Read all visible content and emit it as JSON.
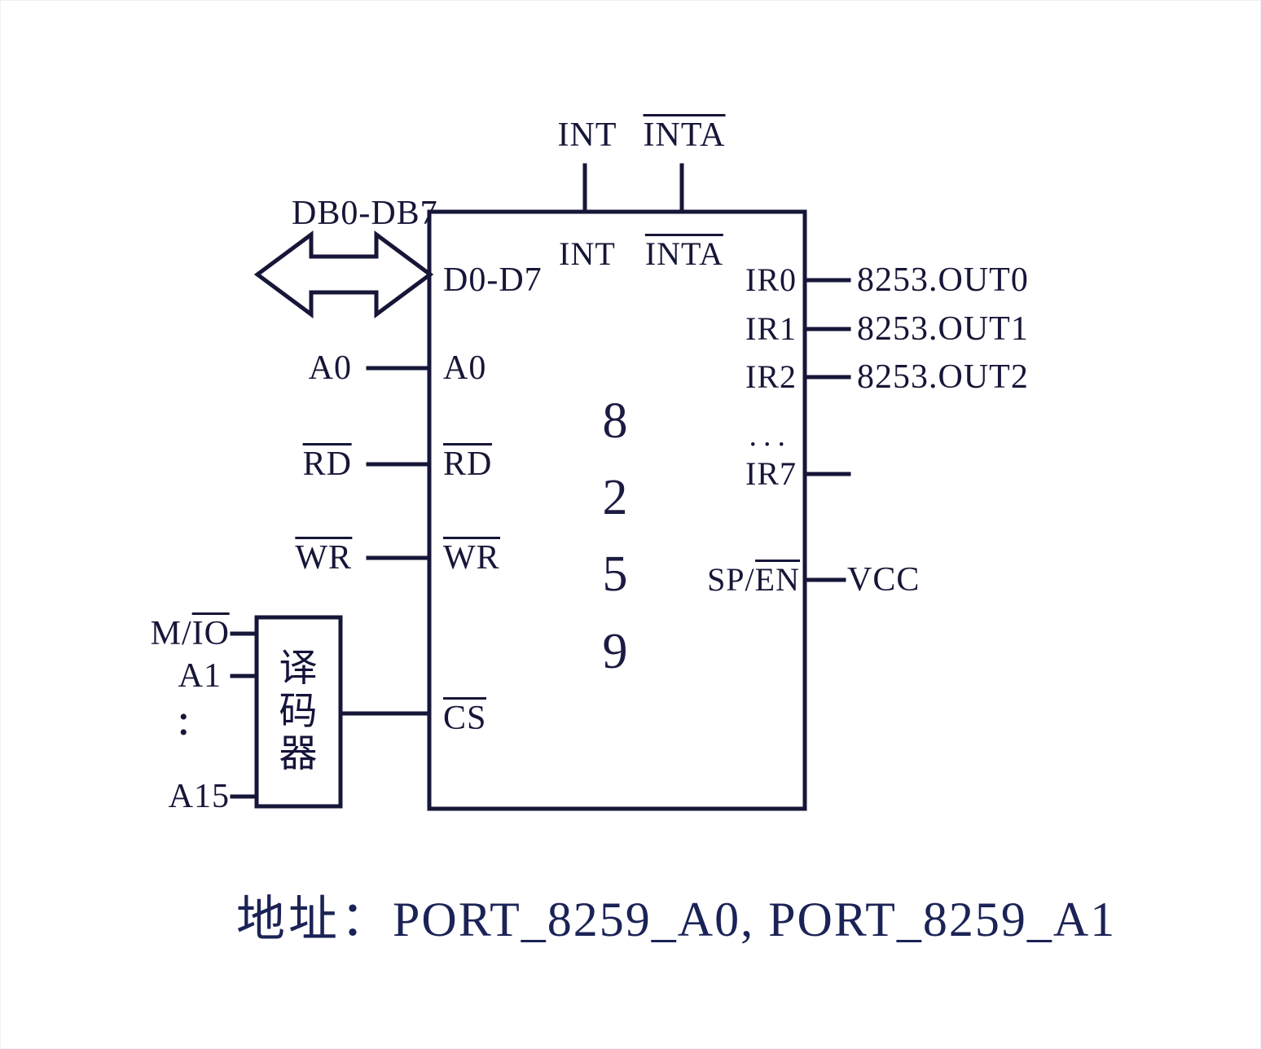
{
  "diagram": {
    "title": "8259 interrupt controller connection diagram",
    "chip": {
      "name_chars": [
        "8",
        "2",
        "5",
        "9"
      ],
      "left_pins": [
        {
          "label": "D0-D7",
          "overline": ""
        },
        {
          "label": "A0",
          "overline": ""
        },
        {
          "label": "RD",
          "overline": "RD"
        },
        {
          "label": "WR",
          "overline": "WR"
        },
        {
          "label": "CS",
          "overline": "CS"
        }
      ],
      "top_pins": [
        {
          "label": "INT",
          "overline": ""
        },
        {
          "label": "INTA",
          "overline": "INTA"
        }
      ],
      "right_pins": [
        {
          "label": "IR0"
        },
        {
          "label": "IR1"
        },
        {
          "label": "IR2"
        },
        {
          "label": "IR7"
        }
      ],
      "right_dots": "...",
      "control_pin": {
        "prefix": "SP/",
        "overline": "EN"
      }
    },
    "external_top": [
      {
        "label": "INT",
        "overline": ""
      },
      {
        "label": "INTA",
        "overline": "INTA"
      }
    ],
    "external_left": [
      {
        "label": "DB0-DB7",
        "overline": ""
      },
      {
        "label": "A0",
        "overline": ""
      },
      {
        "label": "RD",
        "overline": "RD"
      },
      {
        "label": "WR",
        "overline": "WR"
      }
    ],
    "external_right": [
      {
        "label": "8253.OUT0"
      },
      {
        "label": "8253.OUT1"
      },
      {
        "label": "8253.OUT2"
      },
      {
        "label": "VCC"
      }
    ],
    "decoder": {
      "name_chars": [
        "译",
        "码",
        "器"
      ],
      "inputs": [
        {
          "prefix": "M/",
          "overline": "IO"
        },
        {
          "prefix": "A1",
          "overline": ""
        },
        {
          "prefix": "A15",
          "overline": ""
        }
      ],
      "input_dots": "vertical-ellipsis"
    },
    "caption": {
      "cn_prefix": "地址：",
      "ports": "PORT_8259_A0, PORT_8259_A1"
    },
    "colors": {
      "line": "#161638",
      "text": "#161638",
      "caption": "#1b2356",
      "background": "#ffffff"
    }
  }
}
